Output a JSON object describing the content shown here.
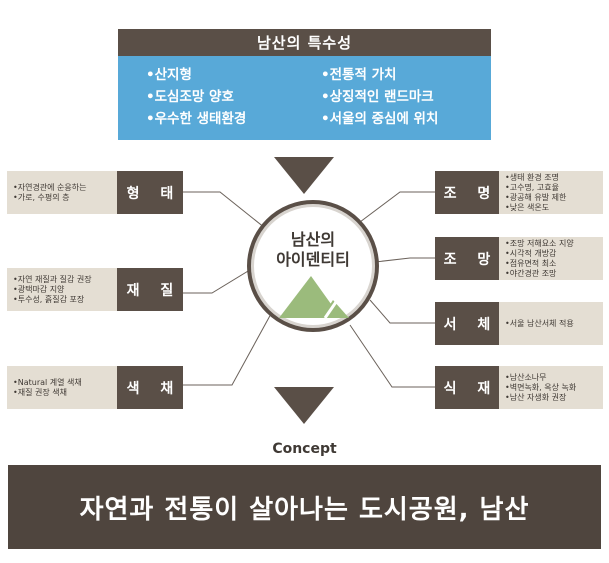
{
  "header": {
    "title": "남산의 특수성"
  },
  "specialties": {
    "left": [
      "산지형",
      "도심조망 양호",
      "우수한 생태환경"
    ],
    "right": [
      "전통적 가치",
      "상징적인 랜드마크",
      "서울의 중심에 위치"
    ]
  },
  "center": {
    "line1": "남산의",
    "line2": "아이덴티티"
  },
  "left_items": [
    {
      "label": "형 태",
      "desc": [
        "자연경관에 순응하는",
        "가로, 수평의 층"
      ]
    },
    {
      "label": "재 질",
      "desc": [
        "자연 재질과 질감 권장",
        "광택마감 지양",
        "투수성, 흙질감 포장"
      ]
    },
    {
      "label": "색 채",
      "desc": [
        "Natural 계열 색채",
        "재질 권장 색채"
      ]
    }
  ],
  "right_items": [
    {
      "label": "조 명",
      "desc": [
        "생태 환경 조명",
        "고수명, 고효율",
        "광공해 유발 제한",
        "낮은 색온도"
      ]
    },
    {
      "label": "조 망",
      "desc": [
        "조망 저해요소 지양",
        "시각적 개방감",
        "점유면적 최소",
        "야간경관 조망"
      ]
    },
    {
      "label": "서 체",
      "desc": [
        "서울 남산서체 적용"
      ]
    },
    {
      "label": "식 재",
      "desc": [
        "남산소나무",
        "벽면녹화, 옥상 녹화",
        "남산 자생화 권장"
      ]
    }
  ],
  "concept": {
    "label": "Concept"
  },
  "banner": {
    "text": "자연과 전통이 살아나는 도시공원, 남산"
  },
  "colors": {
    "dark_brown": "#5a4f47",
    "blue_panel": "#58a9d8",
    "beige": "#e4ded3",
    "mountain_green": "#9bbb7c"
  },
  "icons": {
    "center_symbol": "mountain-icon"
  }
}
